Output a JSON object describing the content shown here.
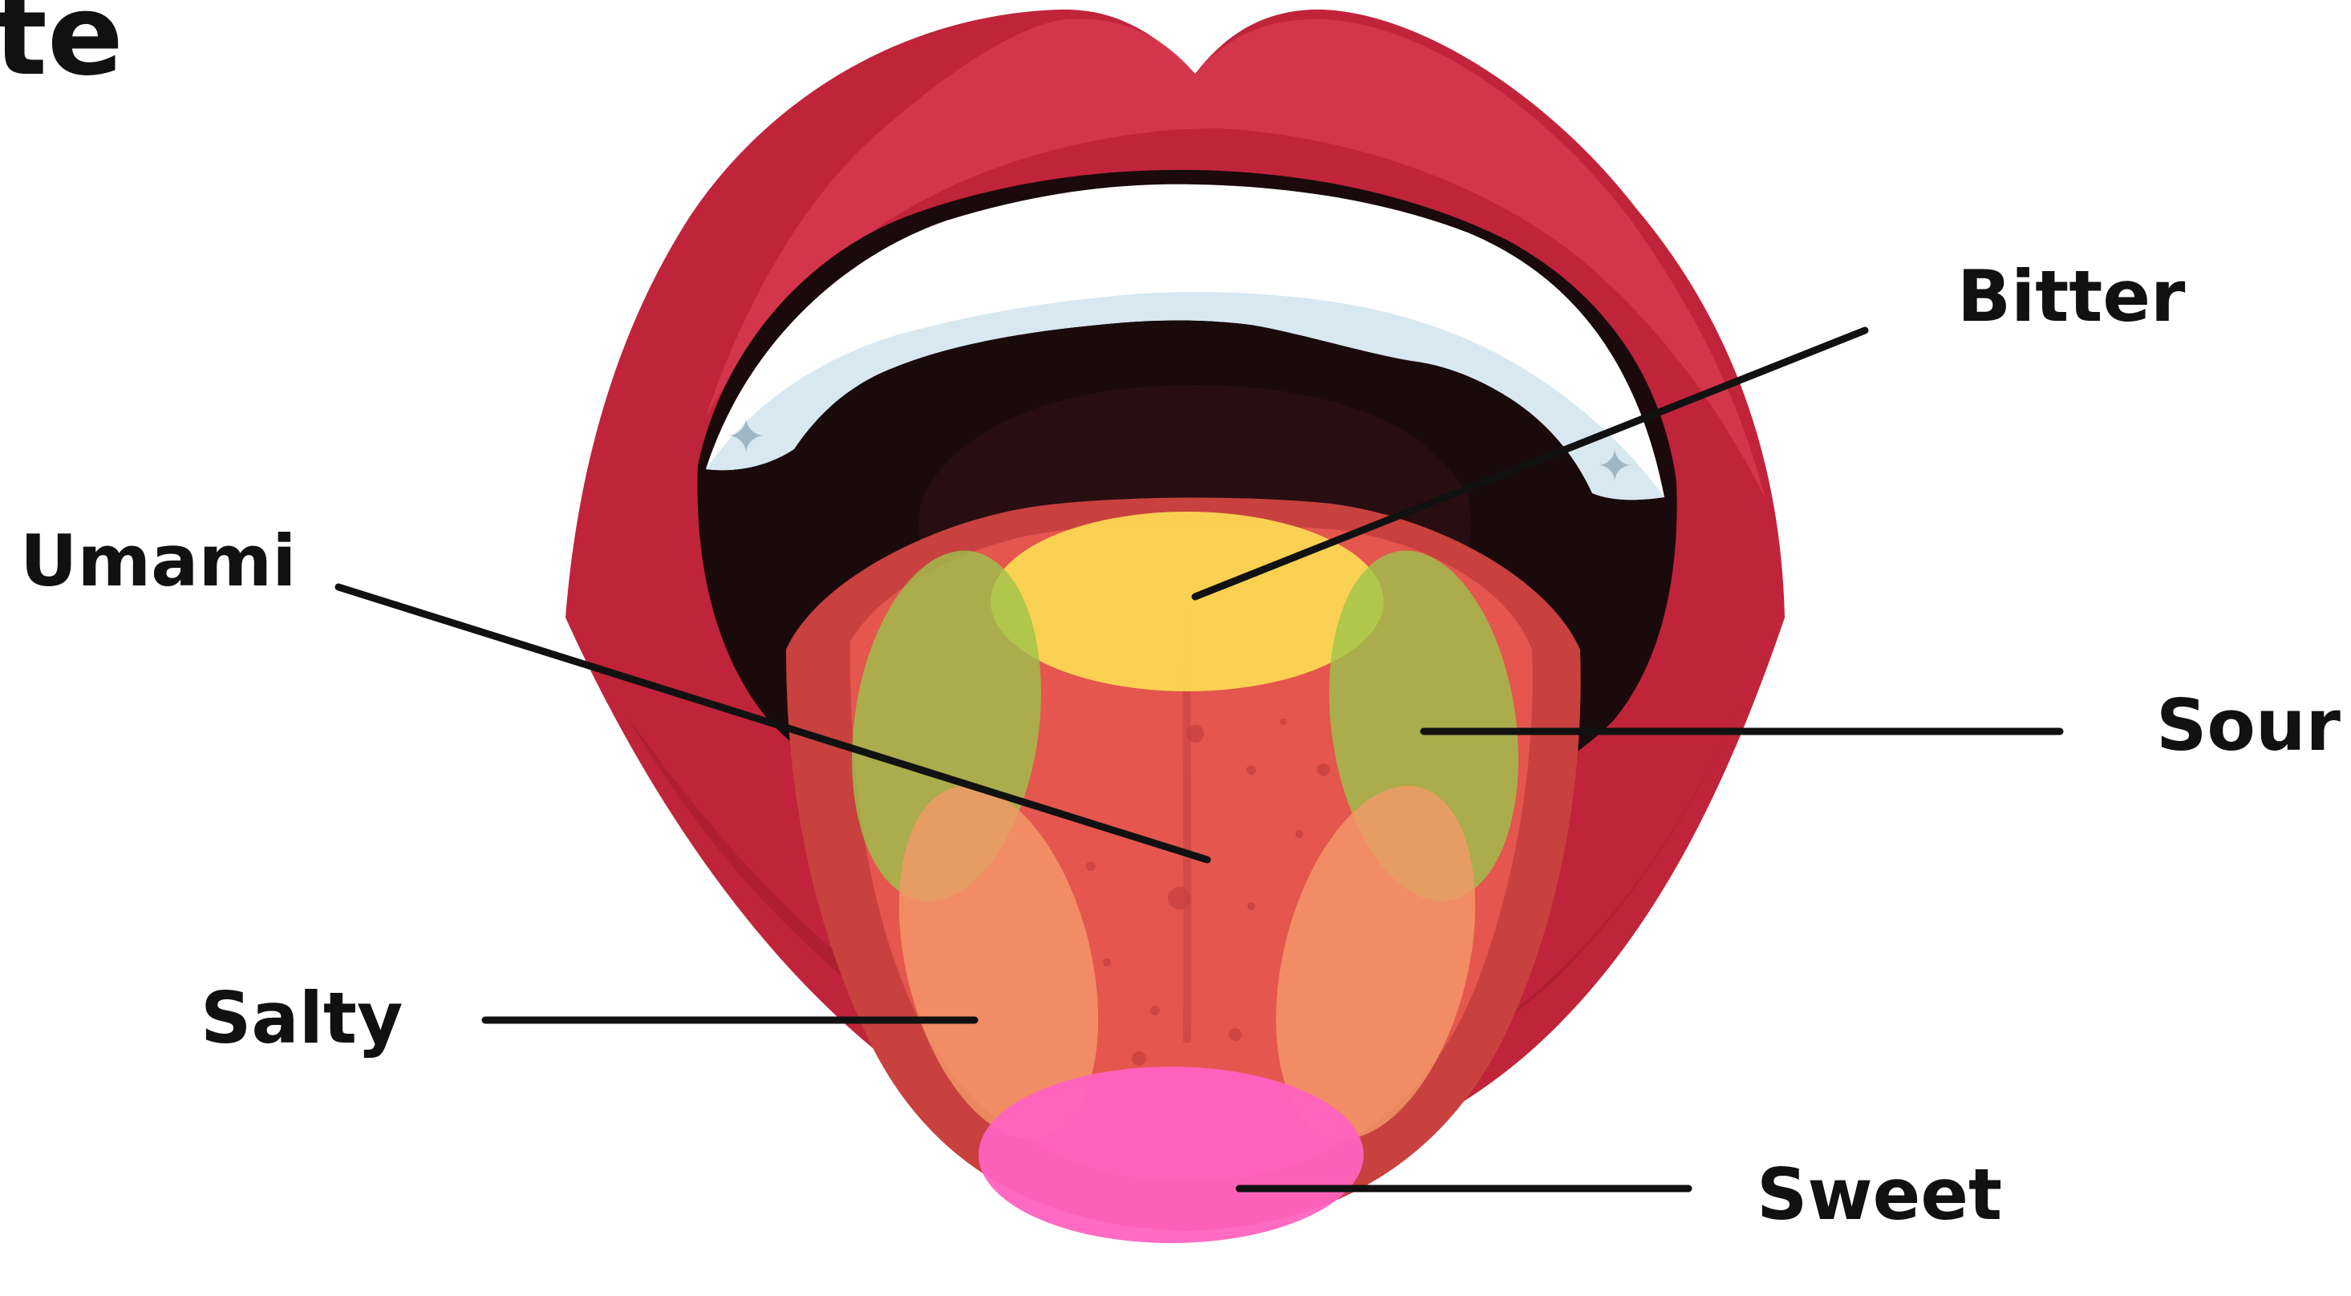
{
  "title_fragment": "te",
  "labels": {
    "bitter": "Bitter",
    "umami": "Umami",
    "sour": "Sour",
    "salty": "Salty",
    "sweet": "Sweet"
  },
  "colors": {
    "lip_dark": "#C0243A",
    "lip_light": "#D6384F",
    "mouth_cavity": "#1A0A0C",
    "teeth": "#D7E8F0",
    "tongue": "#E4564E",
    "tongue_shade": "#C8413F",
    "bitter_zone": "#FCD853",
    "sour_umami_zone": "#9BC44A",
    "salty_zone": "#F59A6A",
    "sweet_zone": "#FF63C0"
  }
}
